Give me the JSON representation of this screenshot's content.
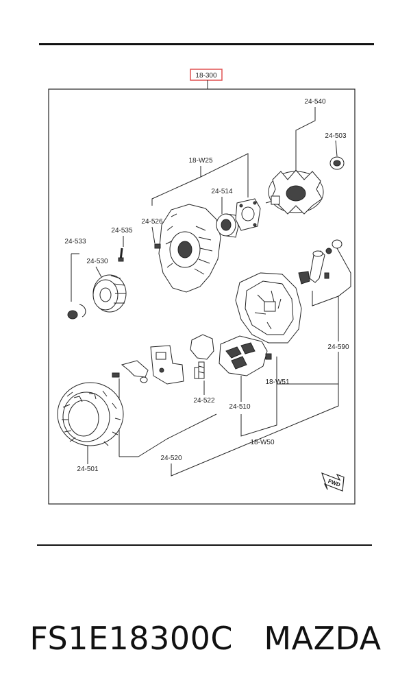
{
  "diagram": {
    "assembly_number": "18-300",
    "callouts": {
      "c24_540": "24-540",
      "c24_503": "24-503",
      "c18_W25": "18-W25",
      "c24_514": "24-514",
      "c24_526": "24-526",
      "c24_535": "24-535",
      "c24_533": "24-533",
      "c24_530": "24-530",
      "c24_590": "24-590",
      "c18_W51": "18-W51",
      "c24_522": "24-522",
      "c24_510": "24-510",
      "c18_W50": "18-W50",
      "c24_520": "24-520",
      "c24_501": "24-501"
    },
    "fwd_label": "FWD",
    "highlight_color": "#e05050"
  },
  "footer": {
    "part_number": "FS1E18300C",
    "brand": "MAZDA"
  }
}
